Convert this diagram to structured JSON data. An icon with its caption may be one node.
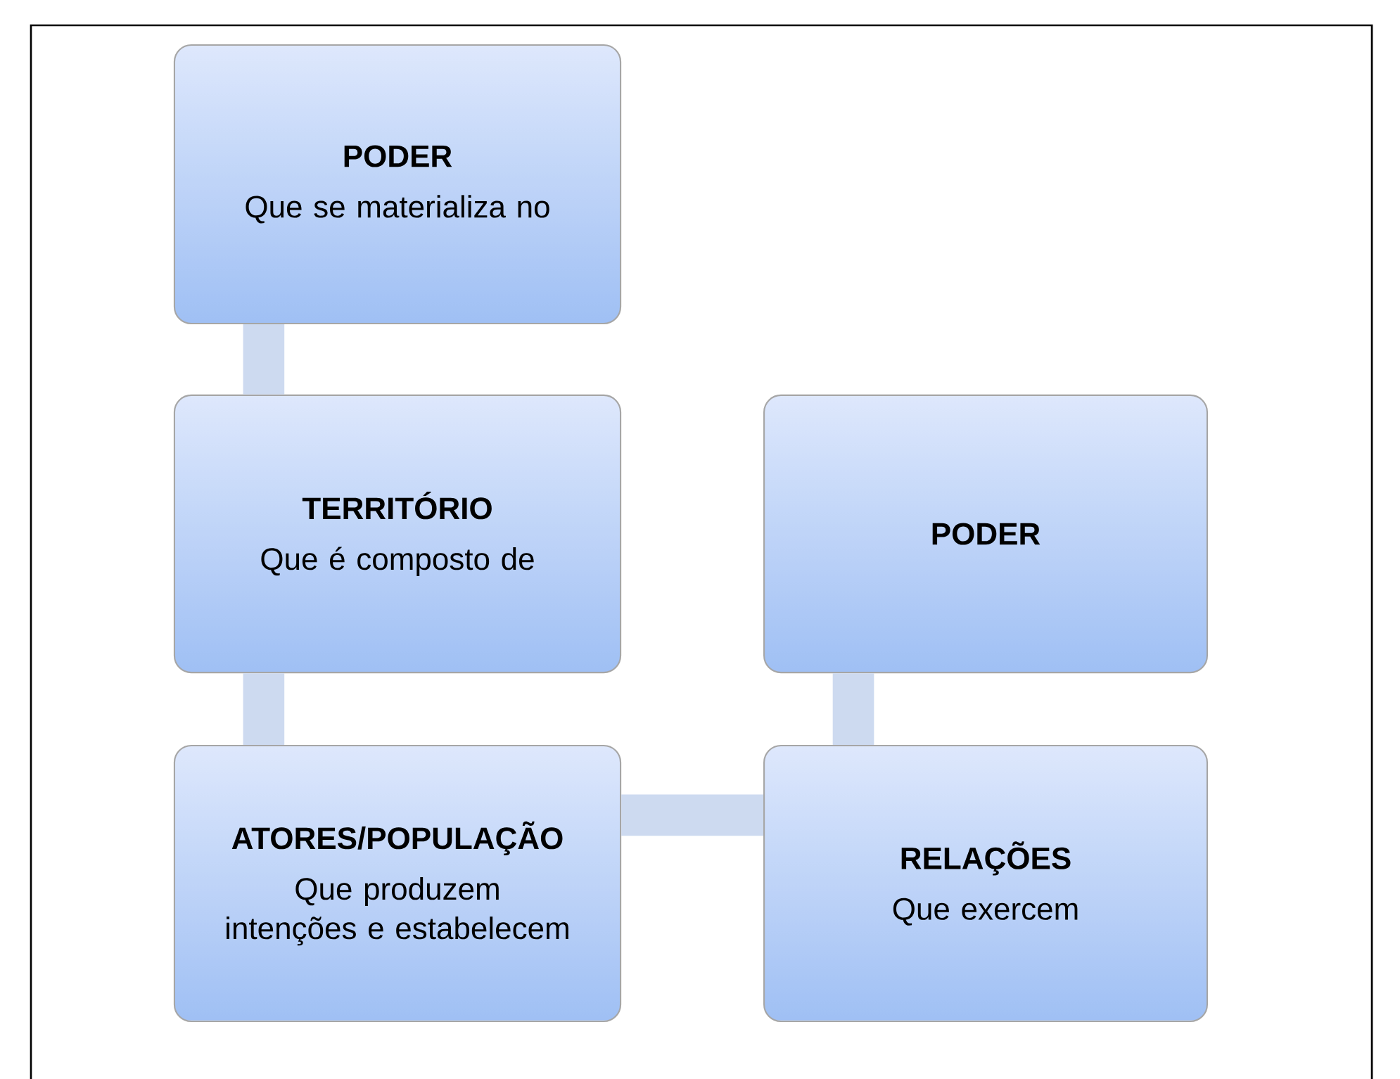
{
  "diagram": {
    "nodes": [
      {
        "text": [
          "PODER",
          "Que se materializa no"
        ]
      },
      {
        "text": [
          "TERRITÓRIO",
          "Que é composto de"
        ]
      },
      {
        "text": [
          "ATORES/POPULAÇÃO",
          "Que produzem intenções e estabelecem"
        ]
      },
      {
        "text": [
          "PODER"
        ]
      },
      {
        "text": [
          "RELAÇÕES",
          "Que exercem"
        ]
      }
    ],
    "edges": [
      {
        "from": 0,
        "to": 1,
        "arrow": "none"
      },
      {
        "from": 1,
        "to": 2,
        "arrow": "none"
      },
      {
        "from": 2,
        "to": 4,
        "arrow": "none"
      },
      {
        "from": 4,
        "to": 3,
        "arrow": "none"
      }
    ]
  }
}
